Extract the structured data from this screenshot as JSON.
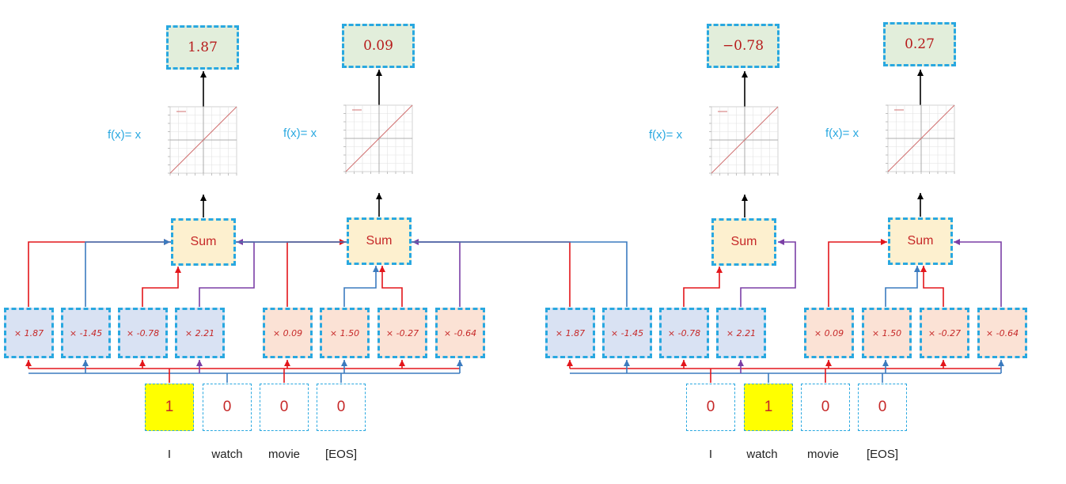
{
  "activation_label": "f(x)= x",
  "sum_label": "Sum",
  "colors": {
    "border": "#29a8e0",
    "red": "#e3161b",
    "blue": "#3b7bbf",
    "purple": "#7b3fa6",
    "highlight": "#ffff00"
  },
  "panels": [
    {
      "outputs": [
        "1.87",
        "0.09"
      ],
      "weights": [
        "× 1.87",
        "× -1.45",
        "× -0.78",
        "× 2.21",
        "× 0.09",
        "× 1.50",
        "× -0.27",
        "× -0.64"
      ],
      "inputs": [
        "1",
        "0",
        "0",
        "0"
      ],
      "active_input": 0,
      "words": [
        "I",
        "watch",
        "movie",
        "[EOS]"
      ]
    },
    {
      "outputs": [
        "−0.78",
        "0.27"
      ],
      "weights": [
        "× 1.87",
        "× -1.45",
        "× -0.78",
        "× 2.21",
        "× 0.09",
        "× 1.50",
        "× -0.27",
        "× -0.64"
      ],
      "inputs": [
        "0",
        "1",
        "0",
        "0"
      ],
      "active_input": 1,
      "words": [
        "I",
        "watch",
        "movie",
        "[EOS]"
      ]
    }
  ]
}
